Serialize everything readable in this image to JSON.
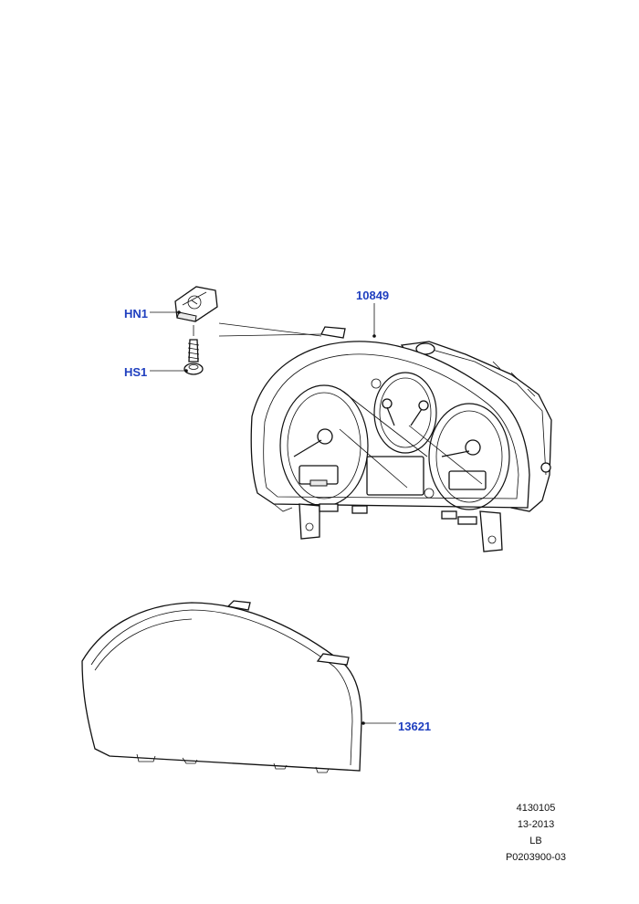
{
  "callouts": {
    "hn1": "HN1",
    "hs1": "HS1",
    "cluster": "10849",
    "lens": "13621"
  },
  "reference": {
    "line1": "4130105",
    "line2": "13-2013",
    "line3": "LB",
    "line4": "P0203900-03"
  },
  "colors": {
    "callout": "#1f3fbf",
    "line": "#111111"
  }
}
